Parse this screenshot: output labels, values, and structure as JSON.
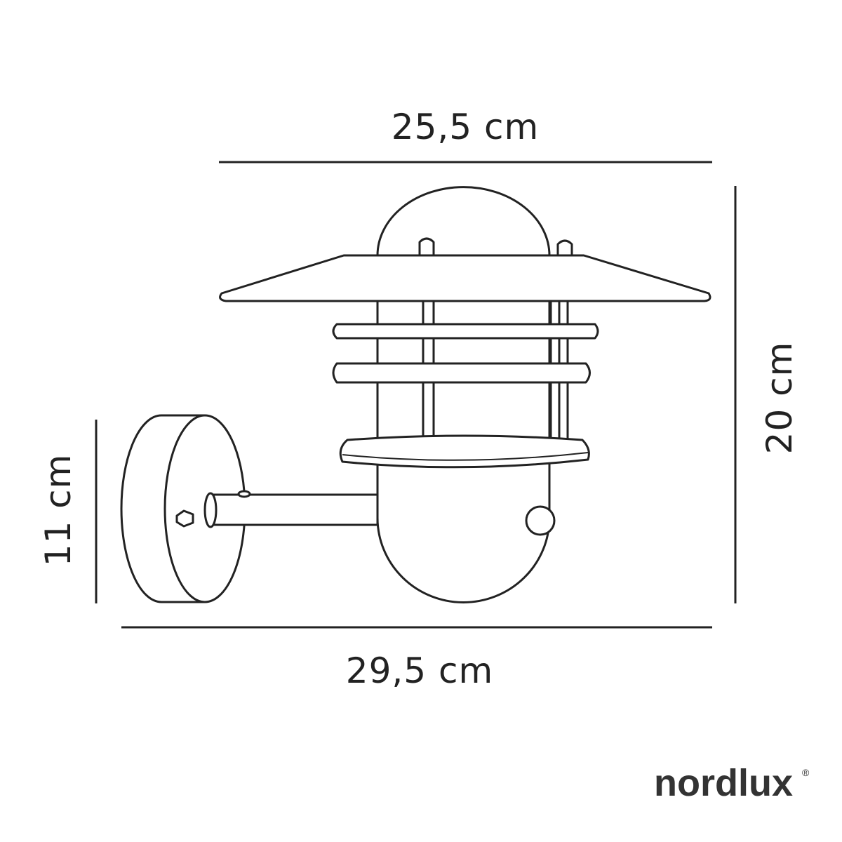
{
  "dimensions": {
    "top_width": "25,5 cm",
    "bottom_width": "29,5 cm",
    "height": "20 cm",
    "wall_plate_height": "11 cm"
  },
  "brand": {
    "logo_text": "nordlux",
    "registered_mark": "®"
  }
}
